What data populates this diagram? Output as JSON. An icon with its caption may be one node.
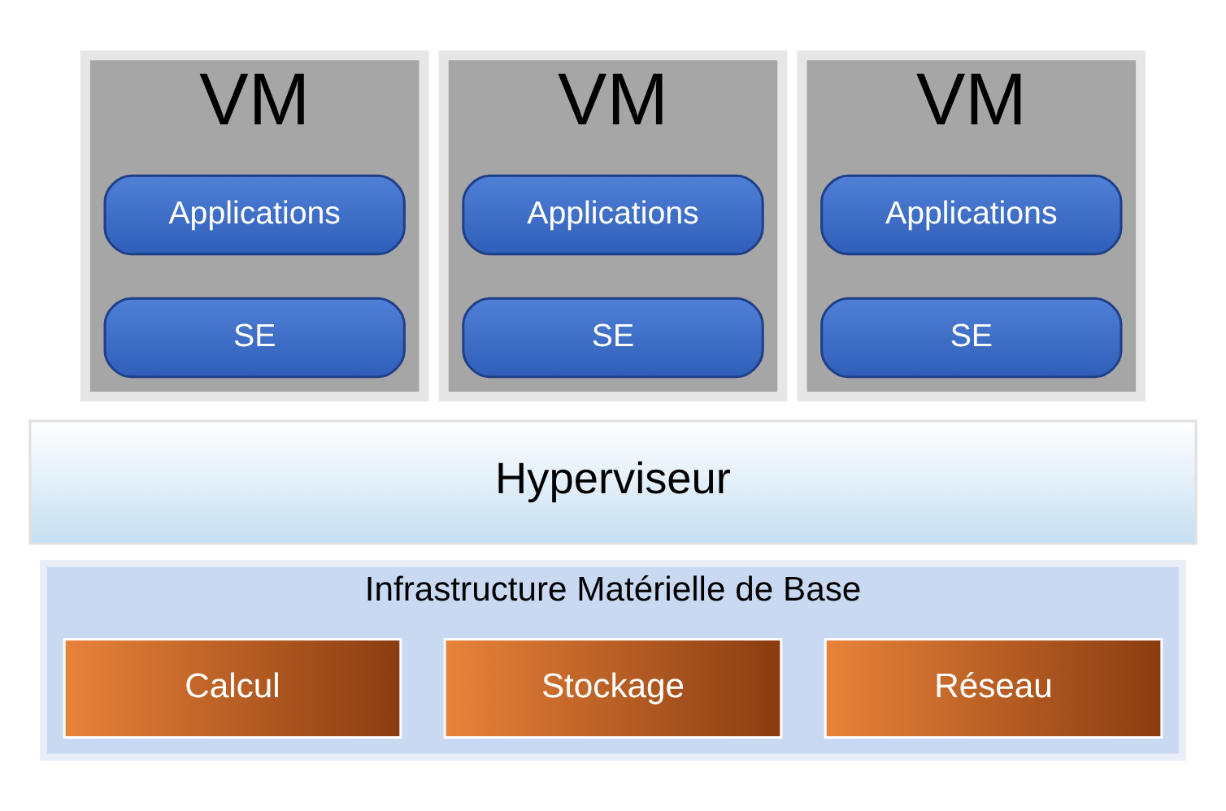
{
  "diagram": {
    "nodes": [
      {
        "text": [
          "VM"
        ]
      },
      {
        "text": [
          "Applications"
        ],
        "in": 0
      },
      {
        "text": [
          "SE"
        ],
        "in": 0
      },
      {
        "text": [
          "VM"
        ]
      },
      {
        "text": [
          "Applications"
        ],
        "in": 3
      },
      {
        "text": [
          "SE"
        ],
        "in": 3
      },
      {
        "text": [
          "VM"
        ]
      },
      {
        "text": [
          "Applications"
        ],
        "in": 6
      },
      {
        "text": [
          "SE"
        ],
        "in": 6
      },
      {
        "text": [
          "Hyperviseur"
        ]
      },
      {
        "text": [
          "Infrastructure Matérielle de Base"
        ]
      },
      {
        "text": [
          "Calcul"
        ],
        "in": 10
      },
      {
        "text": [
          "Stockage"
        ],
        "in": 10
      },
      {
        "text": [
          "Réseau"
        ],
        "in": 10
      }
    ],
    "edges": []
  }
}
